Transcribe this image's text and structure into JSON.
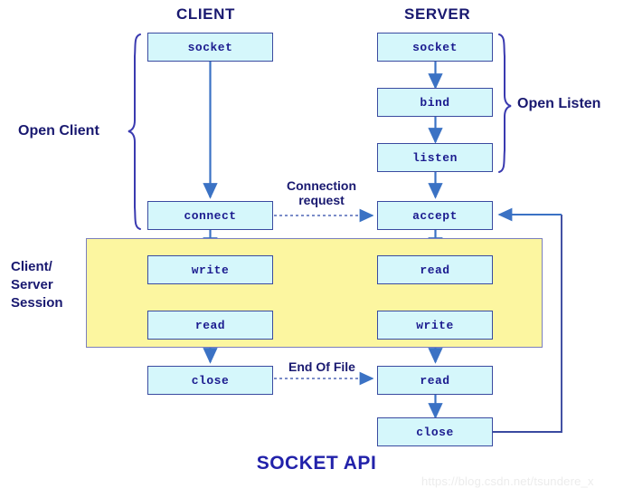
{
  "title": "SOCKET API",
  "watermark": "https://blog.csdn.net/tsundere_x",
  "columns": {
    "client": "CLIENT",
    "server": "SERVER"
  },
  "groups": {
    "open_client": "Open Client",
    "open_listen": "Open Listen",
    "session": "Client/\nServer\nSession"
  },
  "edge_labels": {
    "connection_request": "Connection\nrequest",
    "end_of_file": "End Of File"
  },
  "nodes": {
    "client_socket": "socket",
    "client_connect": "connect",
    "client_write": "write",
    "client_read": "read",
    "client_close": "close",
    "server_socket": "socket",
    "server_bind": "bind",
    "server_listen": "listen",
    "server_accept": "accept",
    "server_read": "read",
    "server_write": "write",
    "server_read2": "read",
    "server_close": "close"
  },
  "colors": {
    "node_fill": "#d5f7fb",
    "node_border": "#3a4aa0",
    "session_fill": "#fcf6a0",
    "session_border": "#7b7fbd",
    "arrow": "#3b72c4",
    "text_navy": "#191970",
    "title": "#2222aa",
    "watermark": "#ececec"
  }
}
